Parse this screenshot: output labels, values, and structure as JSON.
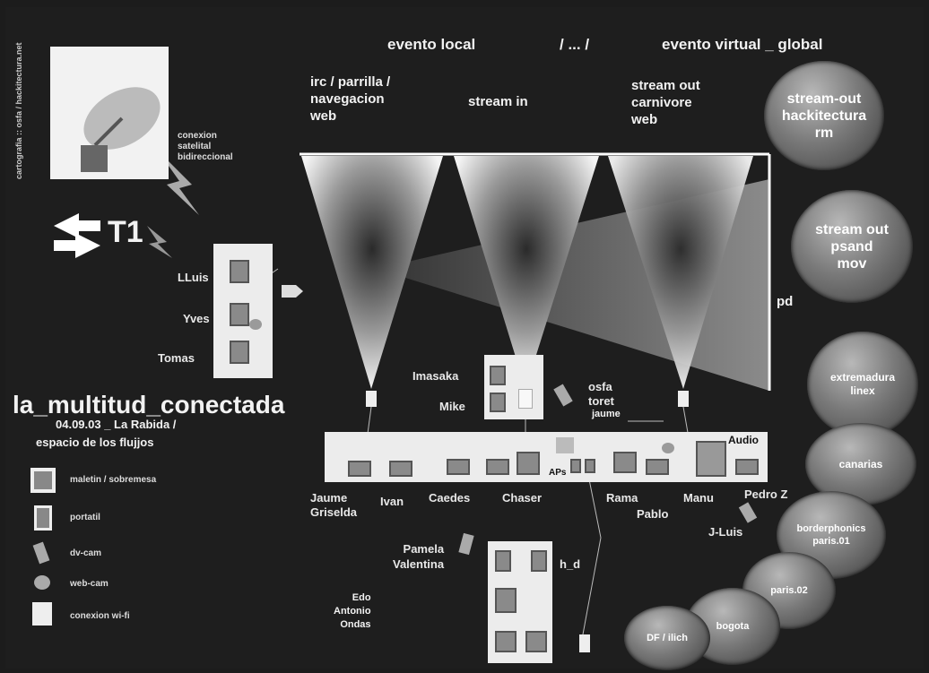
{
  "header": {
    "local": "evento local",
    "sep": "/ ... /",
    "global": "evento virtual _ global"
  },
  "columns": {
    "irc": [
      "irc / parrilla /",
      "navegacion",
      "web"
    ],
    "stream_in": "stream in",
    "stream_out": [
      "stream out",
      "carnivore",
      "web"
    ]
  },
  "credit": "cartografia :: osfa / hackitectura.net",
  "satellite": [
    "conexion",
    "satelital",
    "bidireccional"
  ],
  "t1": "T1",
  "left_people": [
    "LLuis",
    "Yves",
    "Tomas"
  ],
  "title": {
    "main": "la_multitud_conectada",
    "date": "04.09.03 _ La Rabida /",
    "sub": "espacio de los flujjos"
  },
  "legend": [
    {
      "icon": "maletin",
      "label": "maletin / sobremesa"
    },
    {
      "icon": "portatil",
      "label": "portatil"
    },
    {
      "icon": "dv-cam",
      "label": "dv-cam"
    },
    {
      "icon": "web-cam",
      "label": "web-cam"
    },
    {
      "icon": "wifi",
      "label": "conexion wi-fi"
    }
  ],
  "center_people": {
    "imasaka": "Imasaka",
    "mike": "Mike",
    "osfa": "osfa",
    "toret": "toret",
    "jaume_small": "jaume",
    "audio": "Audio",
    "aps": "APs"
  },
  "bottom_names": {
    "jaume": [
      "Jaume",
      "Griselda"
    ],
    "ivan": "Ivan",
    "caedes": "Caedes",
    "chaser": "Chaser",
    "rama": "Rama",
    "pablo": "Pablo",
    "manu": "Manu",
    "pedro": "Pedro Z",
    "jluis": "J-Luis",
    "pamela": [
      "Pamela",
      "Valentina"
    ],
    "edo": [
      "Edo",
      "Antonio",
      "Ondas"
    ],
    "hd": "h_d"
  },
  "pd": "pd",
  "ellipses": [
    {
      "id": "hackitectura",
      "lines": [
        "stream-out",
        "hackitectura",
        "rm"
      ]
    },
    {
      "id": "psand",
      "lines": [
        "stream out",
        "psand",
        "mov"
      ]
    },
    {
      "id": "extremadura",
      "lines": [
        "extremadura",
        "linex"
      ]
    },
    {
      "id": "canarias",
      "lines": [
        "canarias"
      ]
    },
    {
      "id": "borderphonics",
      "lines": [
        "borderphonics",
        "paris.01"
      ]
    },
    {
      "id": "paris02",
      "lines": [
        "paris.02"
      ]
    },
    {
      "id": "bogota",
      "lines": [
        "bogota"
      ]
    },
    {
      "id": "dfdiez",
      "lines": [
        "DF / ilich"
      ]
    }
  ]
}
